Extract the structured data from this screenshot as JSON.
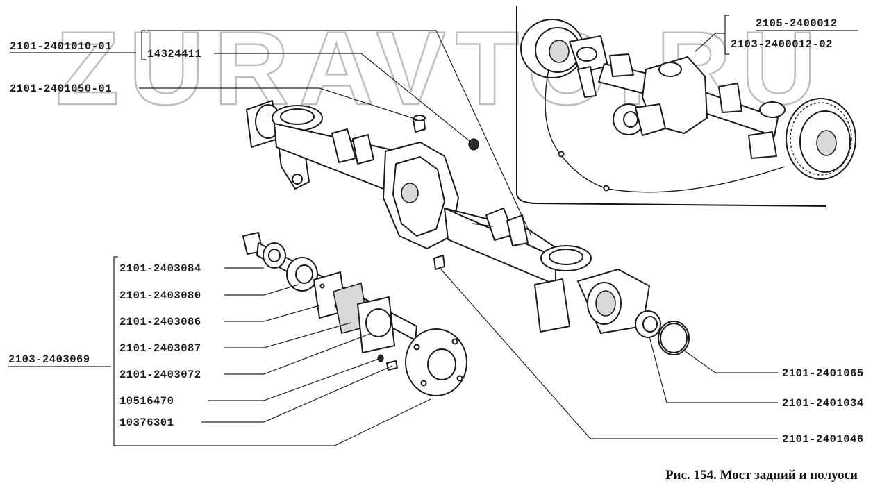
{
  "watermark": "ZURAVTO.RU",
  "caption": "Рис. 154. Мост задний и полуоси",
  "parts": {
    "axle_assembly": "2101-2401010-01",
    "plug": "14324411",
    "breather": "2101-2401050-01",
    "axle_variant_a": "2105-2400012",
    "axle_variant_b": "2103-2400012-02",
    "shaft_assembly": "2103-2403069",
    "shaft": "2101-2403084",
    "bearing": "2101-2403080",
    "retaining_plate": "2101-2403086",
    "oil_deflector": "2101-2403087",
    "bearing_ring": "2101-2403072",
    "washer": "10516470",
    "bolt": "10376301",
    "o_ring": "2101-2401065",
    "oil_seal": "2101-2401034",
    "drain_plug": "2101-2401046"
  }
}
